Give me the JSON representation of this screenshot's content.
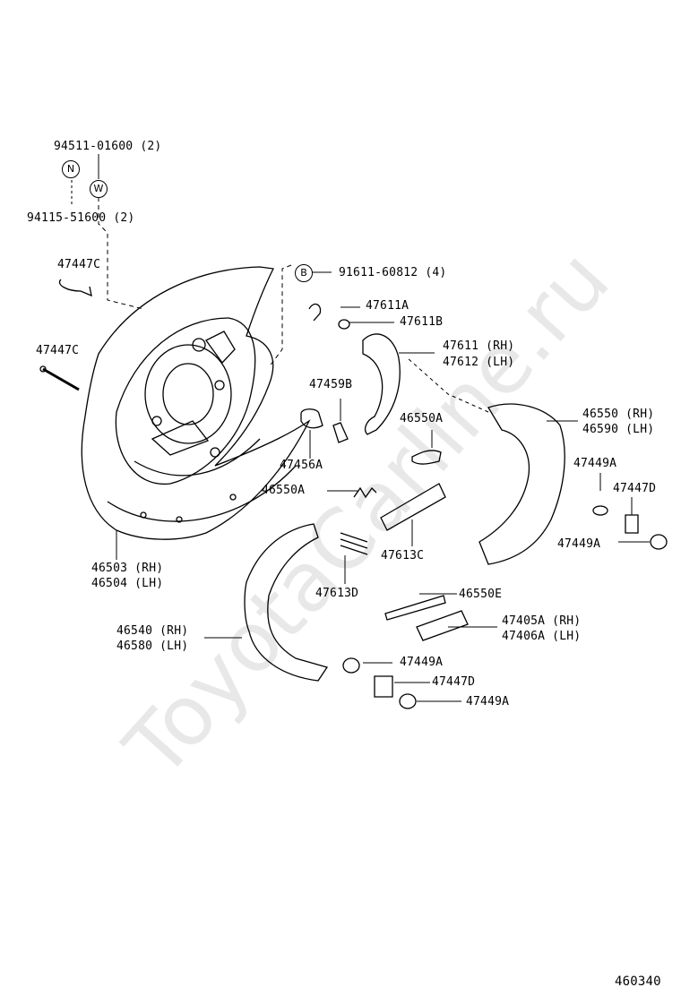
{
  "watermark": "ToyotaCarline.ru",
  "diagram_id": "460340",
  "symbols": {
    "n": "N",
    "w": "W",
    "b": "B"
  },
  "labels": {
    "p94511": "94511-01600 (2)",
    "p94115": "94115-51600 (2)",
    "p91611": "91611-60812 (4)",
    "p47447c_top": "47447C",
    "p47447c_mid": "47447C",
    "p47611a": "47611A",
    "p47611b": "47611B",
    "p47611": "47611 (RH)",
    "p47612": "47612 (LH)",
    "p47459b": "47459B",
    "p46550a_r": "46550A",
    "p47456a": "47456A",
    "p46550a_l": "46550A",
    "p46550": "46550 (RH)",
    "p46590": "46590 (LH)",
    "p47449a_r1": "47449A",
    "p47447d_r": "47447D",
    "p47449a_r2": "47449A",
    "p47613c": "47613C",
    "p46503": "46503 (RH)",
    "p46504": "46504 (LH)",
    "p47613d": "47613D",
    "p46550e": "46550E",
    "p46540": "46540 (RH)",
    "p46580": "46580 (LH)",
    "p47405a": "47405A (RH)",
    "p47406a": "47406A (LH)",
    "p47449a_b1": "47449A",
    "p47447d_b": "47447D",
    "p47449a_b2": "47449A"
  }
}
